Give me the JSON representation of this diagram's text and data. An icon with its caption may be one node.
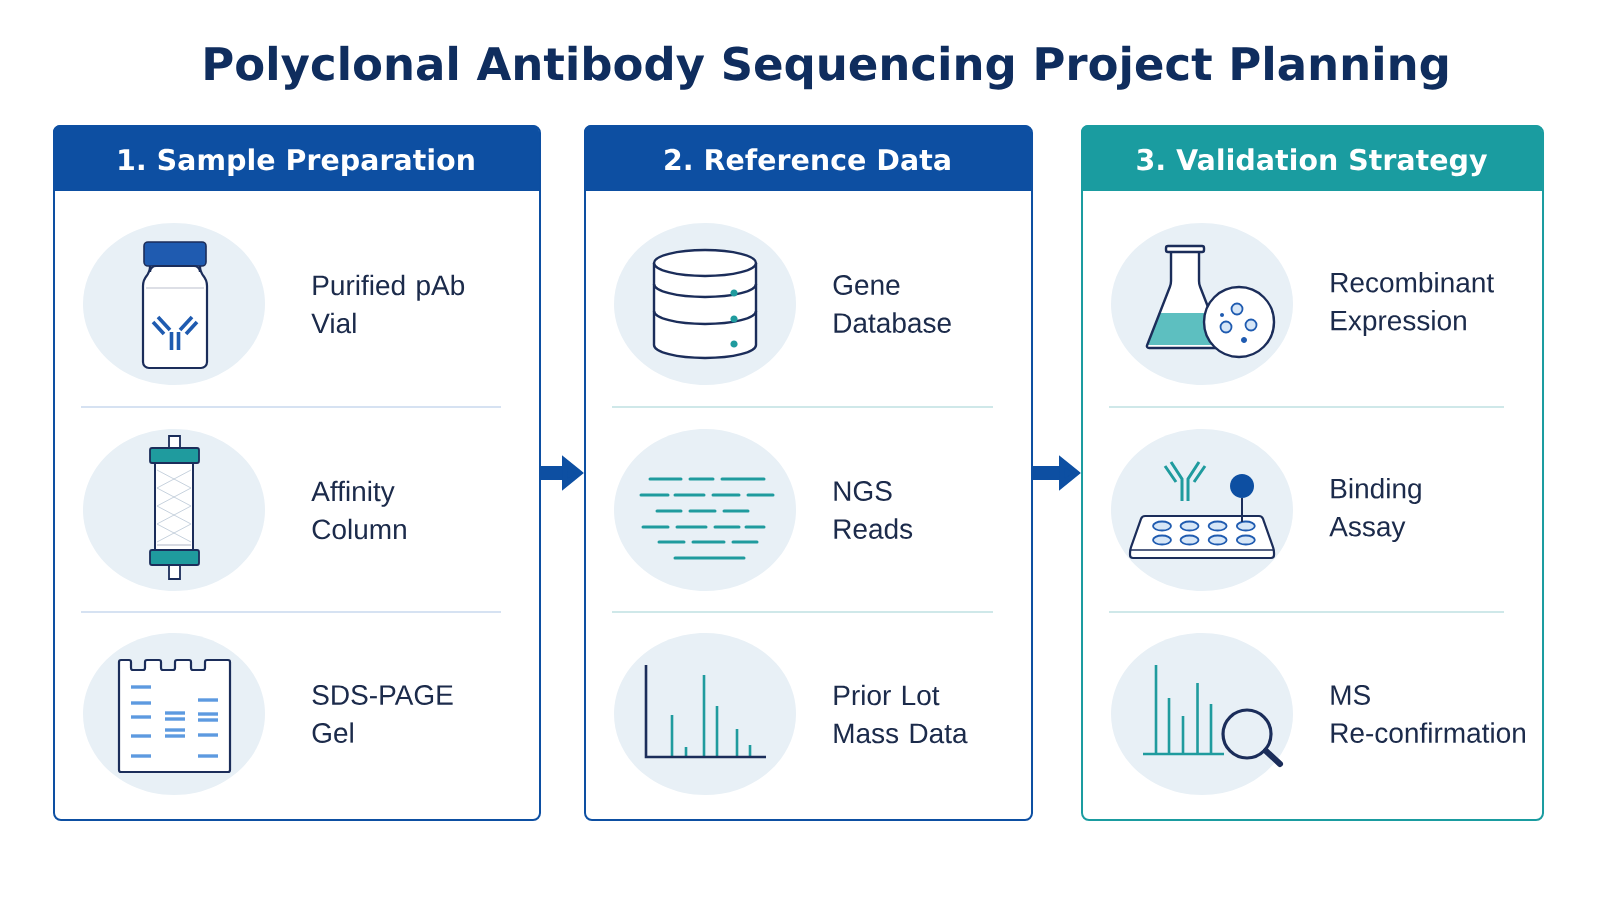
{
  "diagram": {
    "title": "Polyclonal Antibody Sequencing Project Planning",
    "nodes": [
      {
        "text": [
          "1. Sample Preparation"
        ]
      },
      {
        "text": [
          "Purified pAb Vial"
        ],
        "in": 0
      },
      {
        "text": [
          "Affinity Column"
        ],
        "in": 0
      },
      {
        "text": [
          "SDS-PAGE Gel"
        ],
        "in": 0
      },
      {
        "text": [
          "2. Reference Data"
        ]
      },
      {
        "text": [
          "Gene Database"
        ],
        "in": 4
      },
      {
        "text": [
          "NGS Reads"
        ],
        "in": 4
      },
      {
        "text": [
          "Prior Lot Mass Data"
        ],
        "in": 4
      },
      {
        "text": [
          "3. Validation Strategy"
        ]
      },
      {
        "text": [
          "Recombinant Expression"
        ],
        "in": 8
      },
      {
        "text": [
          "Binding Assay"
        ],
        "in": 8
      },
      {
        "text": [
          "MS Re-confirmation"
        ],
        "in": 8
      }
    ],
    "edges": [
      {
        "from": 0,
        "to": 4,
        "arrow": "to"
      },
      {
        "from": 4,
        "to": 8,
        "arrow": "to"
      }
    ]
  }
}
